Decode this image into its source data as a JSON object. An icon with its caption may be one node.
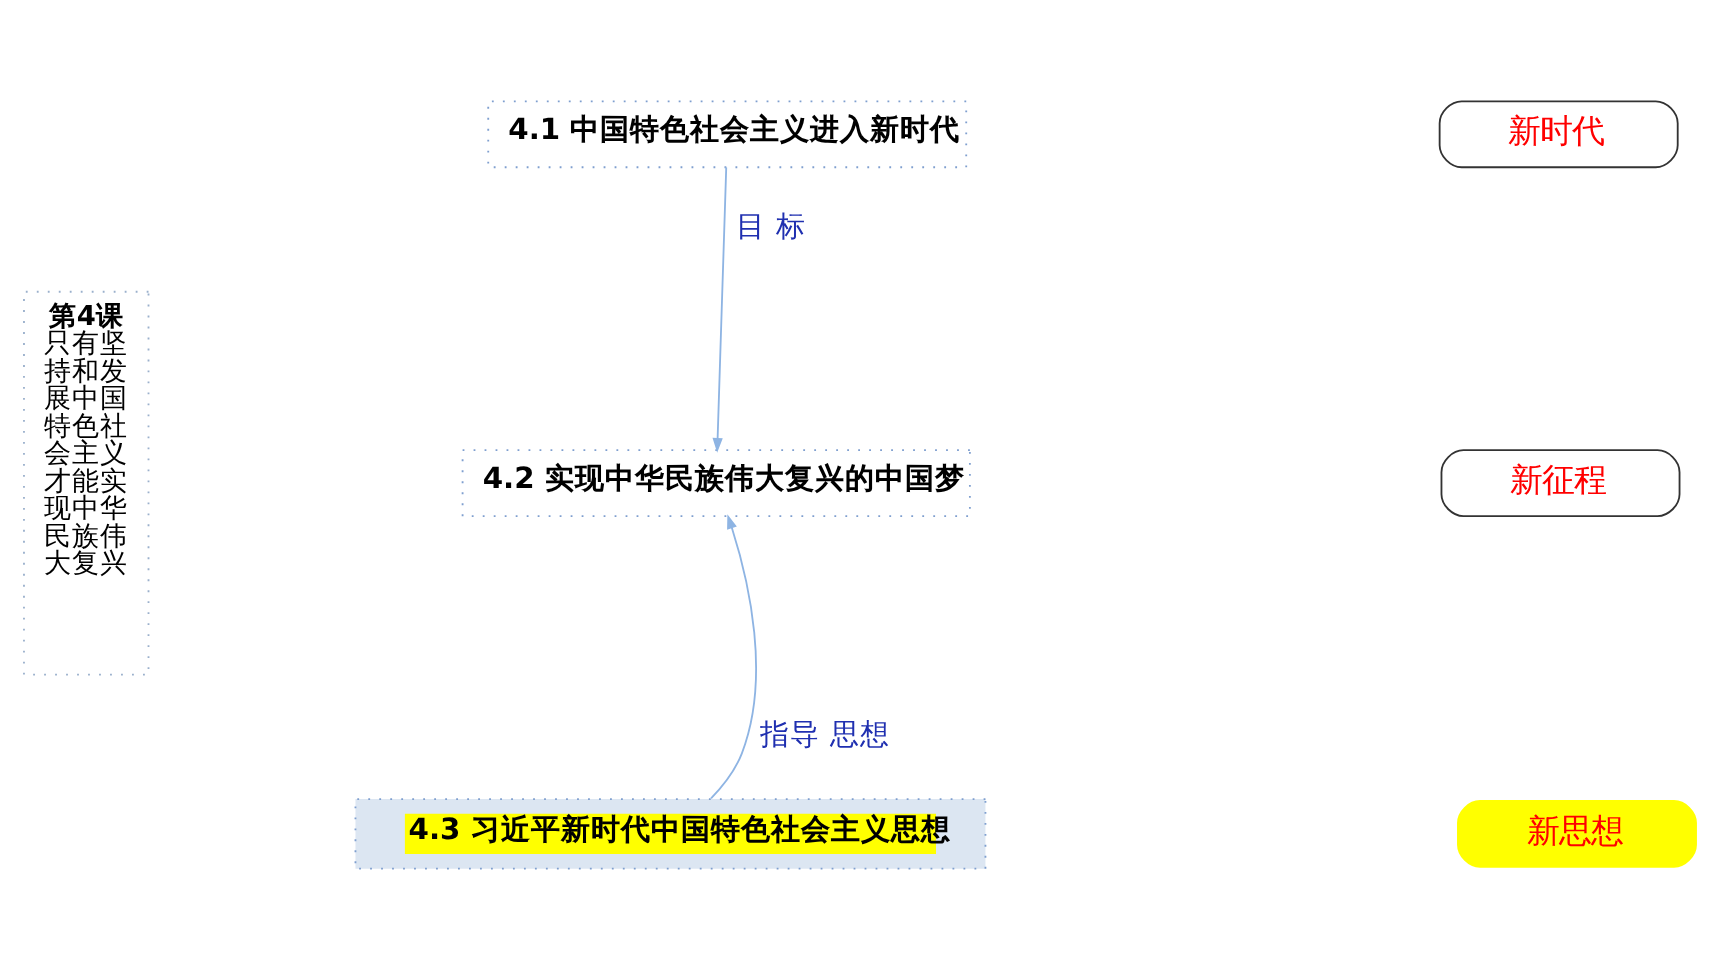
{
  "diagram": {
    "nodes": [
      {
        "text": [
          "第4课",
          "只有坚持和发展中国特色社会主义才能实现中华民族伟大复兴"
        ]
      },
      {
        "text": [
          "4.1 中国特色社会主义进入新时代"
        ]
      },
      {
        "text": [
          "4.2 实现中华民族伟大复兴的中国梦"
        ]
      },
      {
        "text": [
          "4.3 习近平新时代中国特色社会主义思想"
        ]
      },
      {
        "text": [
          "新时代"
        ]
      },
      {
        "text": [
          "新征程"
        ]
      },
      {
        "text": [
          "新思想"
        ]
      }
    ],
    "edges": [
      {
        "from": 1,
        "to": 2,
        "arrow": "to",
        "label": "目 标"
      },
      {
        "from": 3,
        "to": 2,
        "arrow": "to",
        "label": "指导 思想"
      }
    ]
  }
}
